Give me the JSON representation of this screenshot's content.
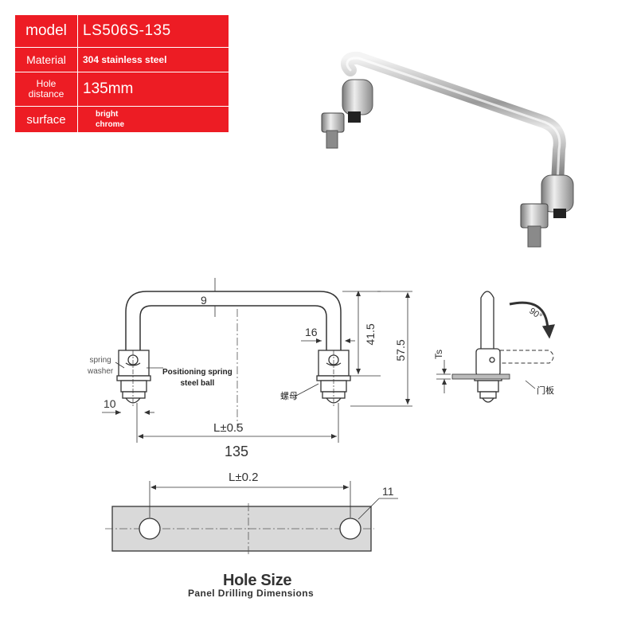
{
  "spec": {
    "model_label": "model",
    "model_value": "LS506S-135",
    "material_label": "Material",
    "material_value": "304 stainless steel",
    "hole_label_line1": "Hole",
    "hole_label_line2": "distance",
    "hole_value": "135mm",
    "surface_label": "surface",
    "surface_value_line1": "bright",
    "surface_value_line2": "chrome"
  },
  "drawing": {
    "dim_9": "9",
    "dim_16": "16",
    "dim_41_5": "41.5",
    "dim_57_5": "57.5",
    "dim_10": "10",
    "dim_L05": "L±0.5",
    "dim_135": "135",
    "dim_Ts": "Ts",
    "dim_90": "90°",
    "dim_L02": "L±0.2",
    "dim_11": "11",
    "spring_washer_line1": "spring",
    "spring_washer_line2": "washer",
    "positioning_line1": "Positioning spring",
    "positioning_line2": "steel ball",
    "nut_label": "螺母",
    "door_label": "门板",
    "hole_size_title": "Hole Size",
    "hole_size_subtitle": "Panel Drilling Dimensions"
  },
  "colors": {
    "table_red": "#ed1c24",
    "line": "#333333",
    "shade": "#d9d9d9"
  }
}
